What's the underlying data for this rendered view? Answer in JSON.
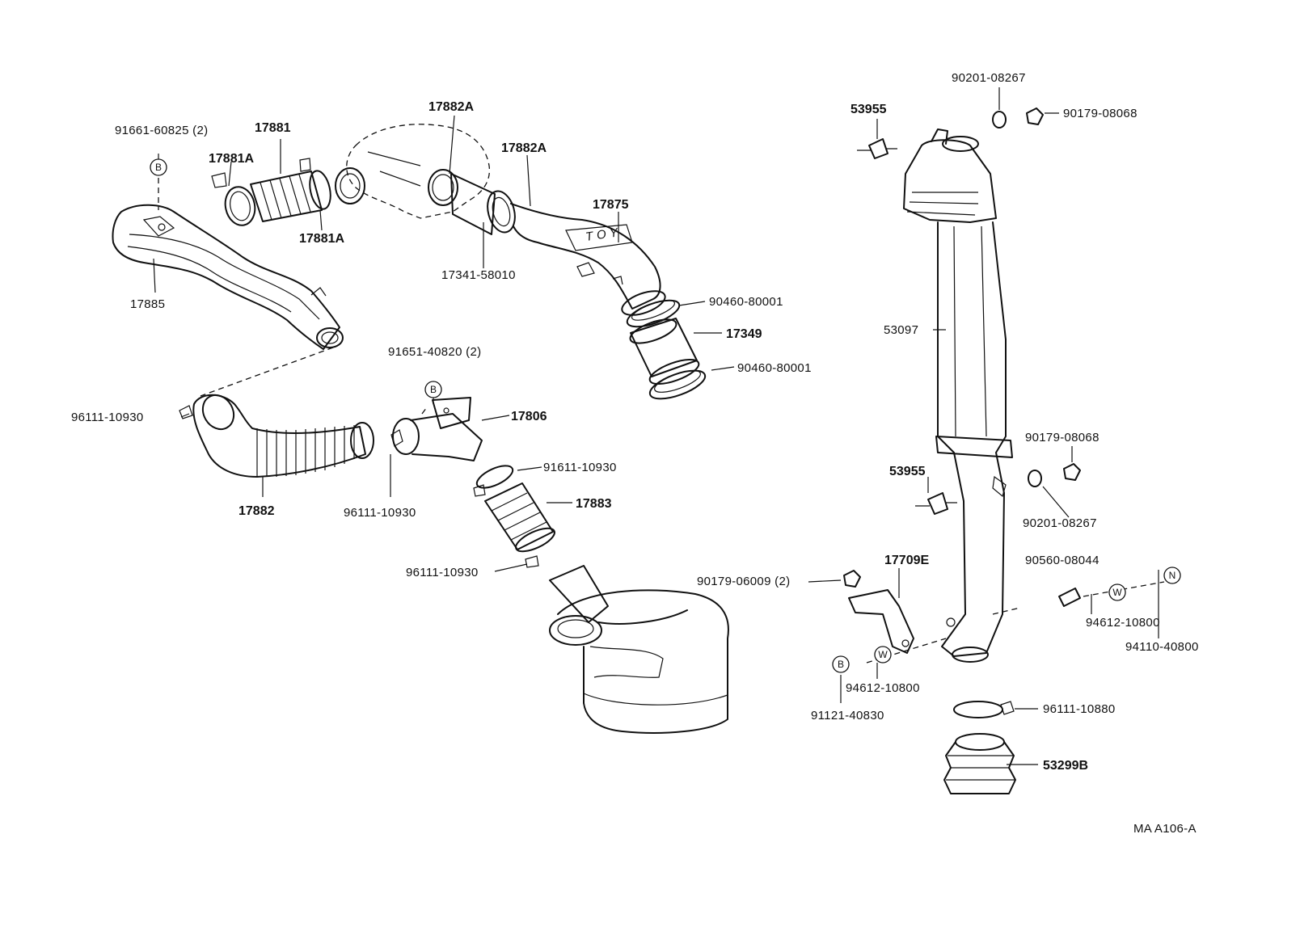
{
  "labels": {
    "p91661_60825": "91661-60825 (2)",
    "p17881": "17881",
    "p17881A_top": "17881A",
    "p17881A_bottom": "17881A",
    "p17882A_top": "17882A",
    "p17882A_right": "17882A",
    "p17875": "17875",
    "p17341_58010": "17341-58010",
    "p17885": "17885",
    "p90460_80001_a": "90460-80001",
    "p17349": "17349",
    "p90460_80001_b": "90460-80001",
    "p91651_40820": "91651-40820 (2)",
    "p17806": "17806",
    "p96111_10930_left": "96111-10930",
    "p91611_10930": "91611-10930",
    "p17883": "17883",
    "p17882": "17882",
    "p96111_10930_mid": "96111-10930",
    "p96111_10930_low": "96111-10930",
    "p90201_08267_top": "90201-08267",
    "p90179_08068_top": "90179-08068",
    "p53955_top": "53955",
    "p53097": "53097",
    "p90179_08068_mid": "90179-08068",
    "p53955_mid": "53955",
    "p90201_08267_mid": "90201-08267",
    "p17709E": "17709E",
    "p90560_08044": "90560-08044",
    "p90179_06009": "90179-06009 (2)",
    "p94612_10800_right": "94612-10800",
    "p94110_40800": "94110-40800",
    "p94612_10800_low": "94612-10800",
    "p91121_40830": "91121-40830",
    "p96111_10880": "96111-10880",
    "p53299B": "53299B",
    "ref_code": "MA A106-A"
  },
  "markers": {
    "b_top_left": "B",
    "b_center": "B",
    "b_bottom": "B",
    "w_bottom": "W",
    "w_right": "W",
    "n_right": "N"
  },
  "colors": {
    "ink": "#111111",
    "paper": "#ffffff"
  }
}
